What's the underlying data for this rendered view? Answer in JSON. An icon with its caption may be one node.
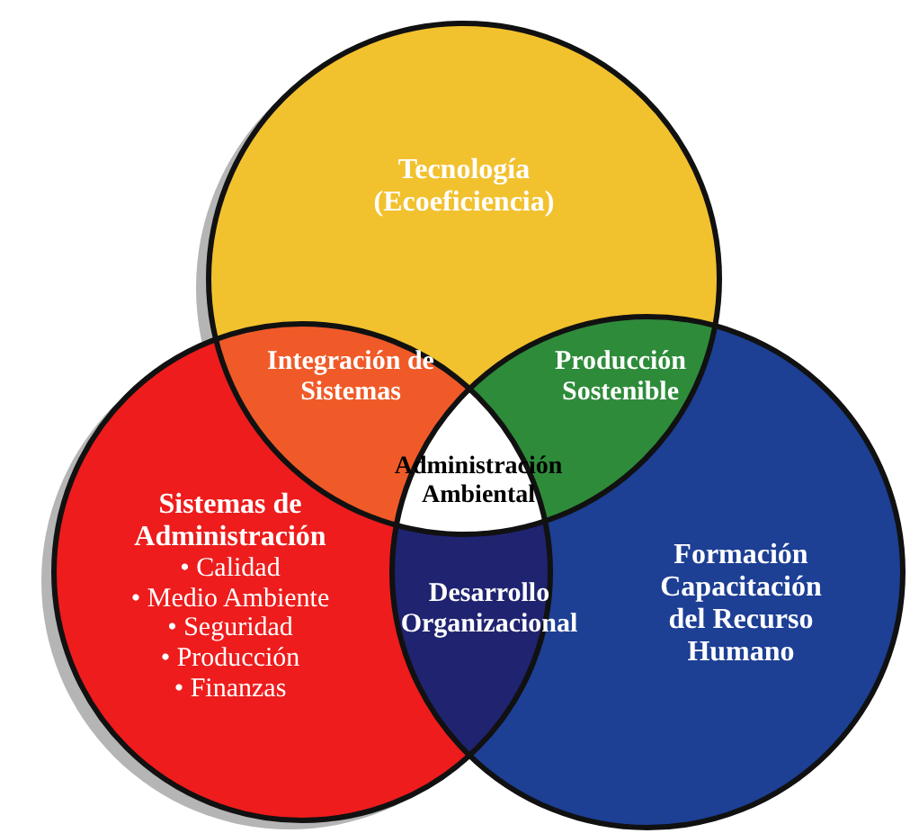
{
  "diagram": {
    "nodes": [
      {
        "text": [
          "Tecnología (Ecoeficiencia)"
        ]
      },
      {
        "text": [
          "Sistemas de Administración",
          "• Calidad",
          "• Medio Ambiente",
          "• Seguridad",
          "• Producción",
          "• Finanzas"
        ]
      },
      {
        "text": [
          "Formación Capacitación del Recurso Humano"
        ]
      },
      {
        "text": [
          "Integración de Sistemas"
        ]
      },
      {
        "text": [
          "Producción Sostenible"
        ]
      },
      {
        "text": [
          "Administración Ambiental"
        ]
      },
      {
        "text": [
          "Desarrollo Organizacional"
        ]
      }
    ]
  }
}
